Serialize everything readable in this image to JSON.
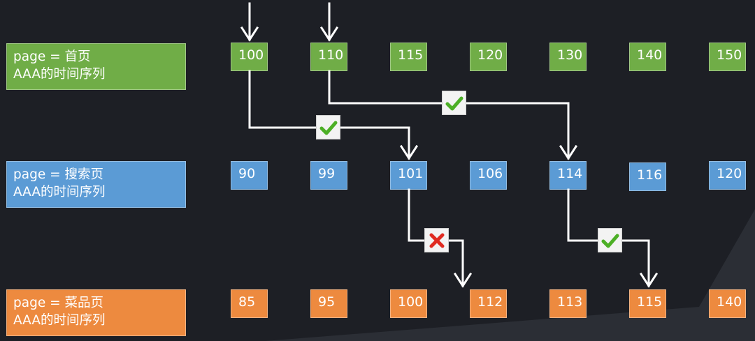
{
  "rows": [
    {
      "title": "page = 首页",
      "subtitle": "AAA的时间序列",
      "color": "#70ad47",
      "values": [
        "100",
        "110",
        "115",
        "120",
        "130",
        "140",
        "150"
      ]
    },
    {
      "title": "page = 搜索页",
      "subtitle": "AAA的时间序列",
      "color": "#5b9bd5",
      "values": [
        "90",
        "99",
        "101",
        "106",
        "114",
        "116",
        "120"
      ]
    },
    {
      "title": "page = 菜品页",
      "subtitle": "AAA的时间序列",
      "color": "#ed8a3f",
      "values": [
        "85",
        "95",
        "100",
        "112",
        "113",
        "115",
        "140"
      ]
    }
  ],
  "badges": {
    "ok": "check-icon",
    "fail": "cross-icon",
    "ok_color": "#4caf26",
    "fail_color": "#e02a20"
  }
}
